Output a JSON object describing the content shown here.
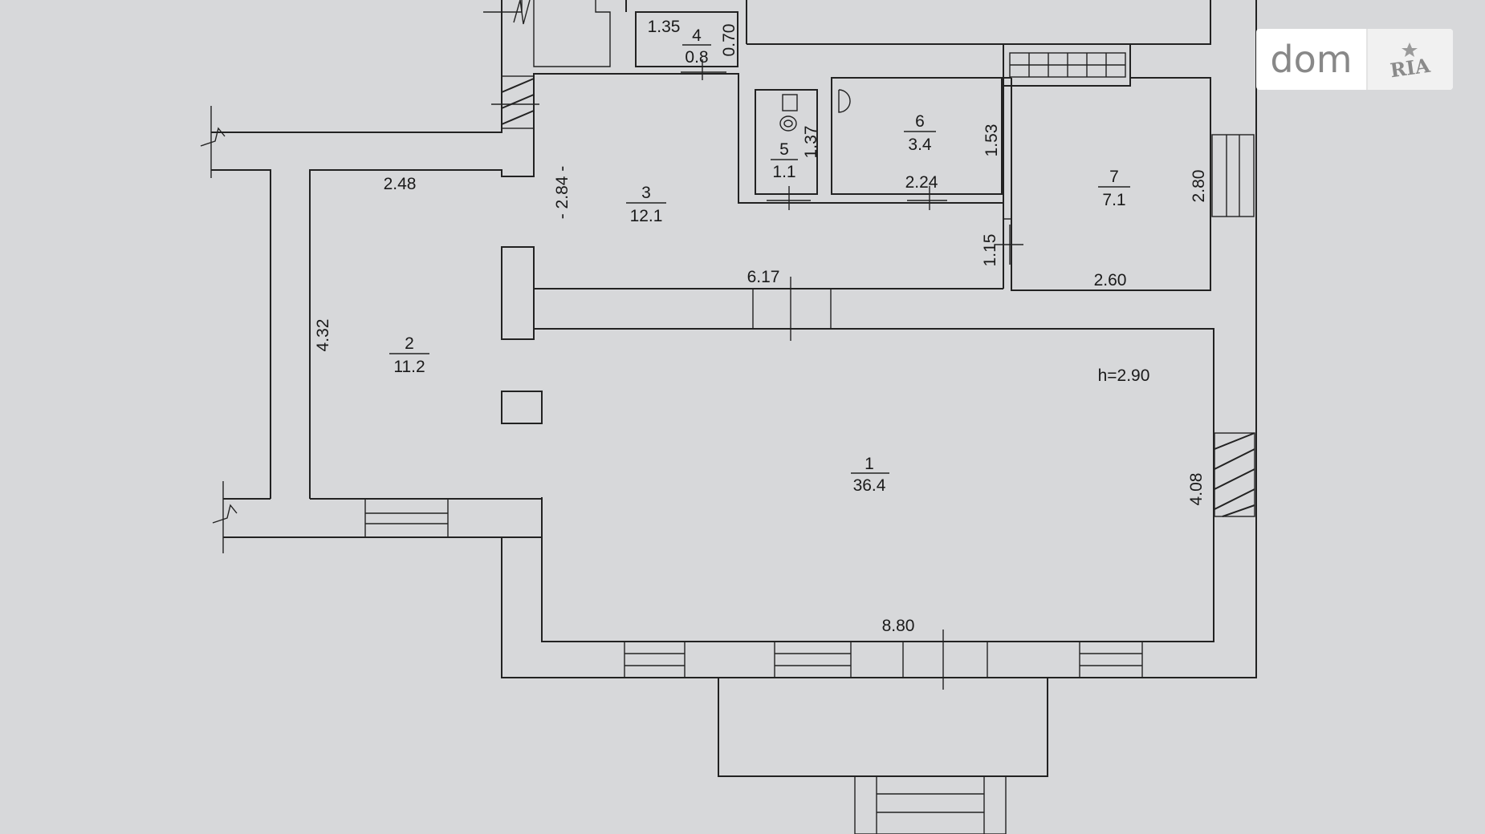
{
  "watermark": {
    "brand": "dom",
    "logo": "RIA"
  },
  "rooms": [
    {
      "id": "1",
      "area": "36.4"
    },
    {
      "id": "2",
      "area": "11.2"
    },
    {
      "id": "3",
      "area": "12.1"
    },
    {
      "id": "4",
      "area": "0.8"
    },
    {
      "id": "5",
      "area": "1.1"
    },
    {
      "id": "6",
      "area": "3.4"
    },
    {
      "id": "7",
      "area": "7.1"
    }
  ],
  "dimensions": {
    "d_1_35": "1.35",
    "d_0_70": "0.70",
    "d_1_37": "1.37",
    "d_1_53": "1.53",
    "d_2_24": "2.24",
    "d_2_48": "2.48",
    "d_2_84": "- 2.84 -",
    "d_2_80": "2.80",
    "d_1_15": "1.15",
    "d_6_17": "6.17",
    "d_2_60": "2.60",
    "d_4_32": "4.32",
    "d_4_08": "4.08",
    "d_8_80": "8.80"
  },
  "ceiling_height": "h=2.90"
}
